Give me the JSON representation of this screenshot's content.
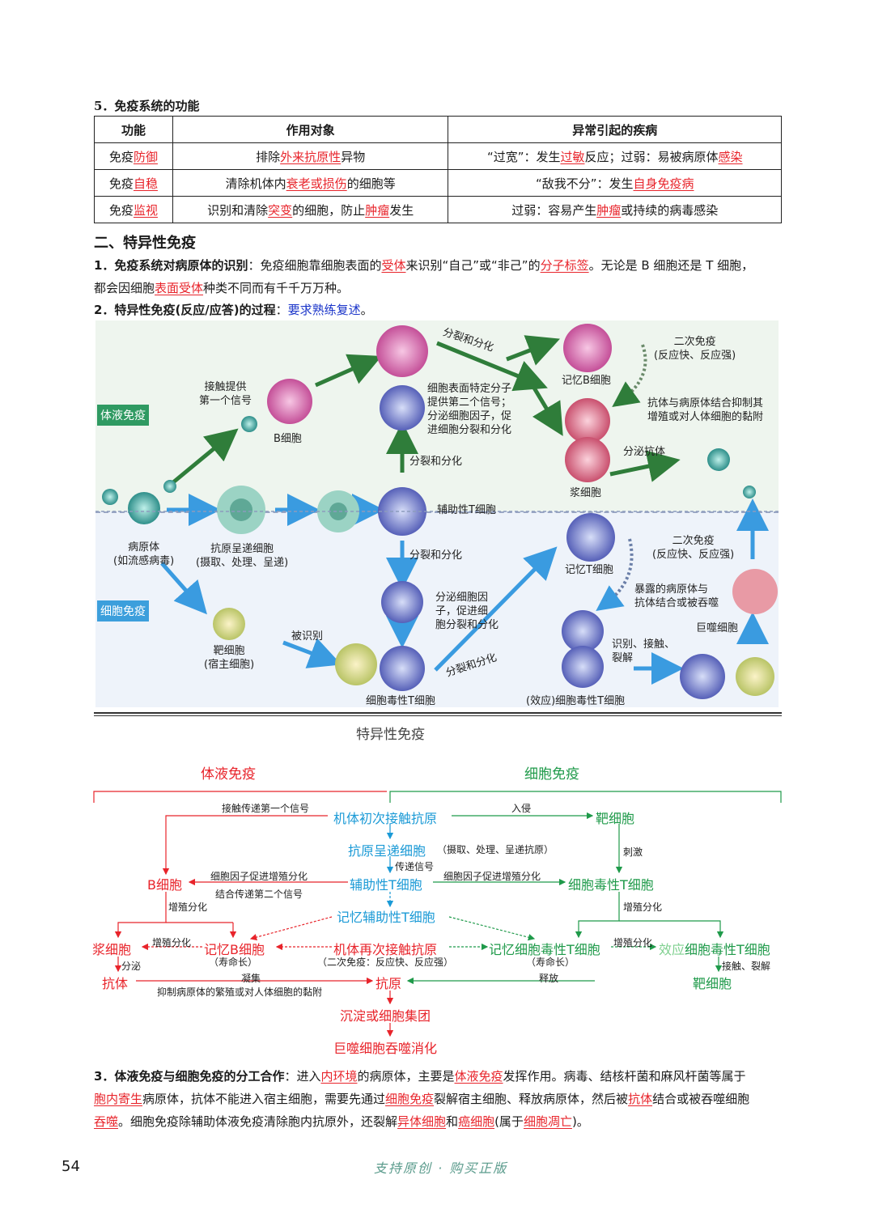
{
  "sec5_title": "5．免疫系统的功能",
  "table": {
    "headers": [
      "功能",
      "作用对象",
      "异常引起的疾病"
    ],
    "rows": [
      {
        "func_a": "免疫",
        "func_b": "防御",
        "obj_a": "排除",
        "obj_b": "外来抗原性",
        "obj_c": "异物",
        "dis_a": "“过宽”：发生",
        "dis_b": "过敏",
        "dis_c": "反应；过弱：易被病原体",
        "dis_d": "感染"
      },
      {
        "func_a": "免疫",
        "func_b": "自稳",
        "obj_a": "清除机体内",
        "obj_b": "衰老或损伤",
        "obj_c": "的细胞等",
        "dis_a": "“敌我不分”：发生",
        "dis_b": "自身免疫病",
        "dis_c": "",
        "dis_d": ""
      },
      {
        "func_a": "免疫",
        "func_b": "监视",
        "obj_a": "识别和清除",
        "obj_b": "突变",
        "obj_c": "的细胞，防止",
        "obj_d": "肿瘤",
        "obj_e": "发生",
        "dis_a": "过弱：容易产生",
        "dis_b": "肿瘤",
        "dis_c": "或持续的病毒感染",
        "dis_d": ""
      }
    ]
  },
  "sec2_title": "二、特异性免疫",
  "p1": {
    "lead": "1．免疫系统对病原体的识别",
    "t1": "：免疫细胞靠细胞表面的",
    "r1": "受体",
    "t2": "来识别“自己”或“非己”的",
    "r2": "分子标签",
    "t3": "。无论是 B 细胞还是 T 细胞，",
    "t4": "都会因细胞",
    "r3": "表面受体",
    "t5": "种类不同而有千千万万种。"
  },
  "p2": {
    "lead": "2．特异性免疫(反应/应答)的过程",
    "t1": "：",
    "blue": "要求熟练复述",
    "t2": "。"
  },
  "figure": {
    "humoral_tag": "体液免疫",
    "cellular_tag": "细胞免疫",
    "labels": {
      "signal1": "接触提供\n第一个信号",
      "bcell": "B细胞",
      "split1": "分裂和分化",
      "signal2": "细胞表面特定分子\n提供第二个信号；\n分泌细胞因子，促\n进细胞分裂和分化",
      "split2": "分裂和分化",
      "memB": "记忆B细胞",
      "second1": "二次免疫\n(反应快、反应强)",
      "antibody_bind": "抗体与病原体结合抑制其\n增殖或对人体细胞的黏附",
      "secrete_ab": "分泌抗体",
      "plasma": "浆细胞",
      "helperT": "辅助性T细胞",
      "pathogen": "病原体\n(如流感病毒)",
      "apc": "抗原呈递细胞\n(摄取、处理、呈递)",
      "split3": "分裂和分化",
      "memT": "记忆T细胞",
      "second2": "二次免疫\n(反应快、反应强)",
      "exposed": "暴露的病原体与\n抗体结合或被吞噬",
      "macrophage": "巨噬细胞",
      "secrete_cf": "分泌细胞因\n子，促进细\n胞分裂和分化",
      "target": "靶细胞\n(宿主细胞)",
      "recognized": "被识别",
      "split4": "分裂和分化",
      "recog_lyse": "识别、接触、\n裂解",
      "ctl": "细胞毒性T细胞",
      "effctl": "(效应)细胞毒性T细胞"
    }
  },
  "map": {
    "root": "特异性免疫",
    "humoral": "体液免疫",
    "cellular": "细胞免疫",
    "n_first_contact": "机体初次接触抗原",
    "n_target1": "靶细胞",
    "n_apc": "抗原呈递细胞",
    "n_apc_note": "（摄取、处理、呈递抗原）",
    "n_bcell": "B细胞",
    "n_helper": "辅助性T细胞",
    "n_ctl": "细胞毒性T细胞",
    "n_mem_helper": "记忆辅助性T细胞",
    "n_plasma": "浆细胞",
    "n_memB": "记忆B细胞",
    "n_memB_note": "（寿命长）",
    "n_second": "机体再次接触抗原",
    "n_second_note": "（二次免疫：反应快、反应强）",
    "n_memctl": "记忆细胞毒性T细胞",
    "n_memctl_note": "（寿命长）",
    "n_eff_a": "效应",
    "n_eff_b": "细胞毒性T细胞",
    "n_antibody": "抗体",
    "n_antigen": "抗原",
    "n_target2": "靶细胞",
    "n_precip": "沉淀或细胞集团",
    "n_macro": "巨噬细胞吞噬消化",
    "e_signal1": "接触传递第一个信号",
    "e_invade": "入侵",
    "e_stim": "刺激",
    "e_transmit": "传递信号",
    "e_cf_b": "细胞因子促进增殖分化",
    "e_signal2": "结合传递第二个信号",
    "e_cf_t": "细胞因子促进增殖分化",
    "e_prolif1": "增殖分化",
    "e_prolif2": "增殖分化",
    "e_prolif3": "增殖分化",
    "e_prolif4": "增殖分化",
    "e_secrete": "分泌",
    "e_agg": "凝集",
    "e_inhibit": "抑制病原体的繁殖或对人体细胞的黏附",
    "e_release": "释放",
    "e_lyse": "接触、裂解"
  },
  "p3": {
    "lead": "3．体液免疫与细胞免疫的分工合作",
    "t1": "：进入",
    "r1": "内环境",
    "t2": "的病原体，主要是",
    "r2": "体液免疫",
    "t3": "发挥作用。病毒、结核杆菌和麻风杆菌等属于",
    "r3": "胞内寄生",
    "t4": "病原体，抗体不能进入宿主细胞，需要先通过",
    "r4": "细胞免疫",
    "t5": "裂解宿主细胞、释放病原体，然后被",
    "r5": "抗体",
    "t6": "结合或被吞噬细胞",
    "r6": "吞噬",
    "t7": "。细胞免疫除辅助体液免疫清除胞内抗原外，还裂解",
    "r7": "异体细胞",
    "t8": "和",
    "r8": "癌细胞",
    "t9": "(属于",
    "r9": "细胞凋亡",
    "t10": ")。"
  },
  "page_number": "54",
  "footer": "支持原创 · 购买正版"
}
